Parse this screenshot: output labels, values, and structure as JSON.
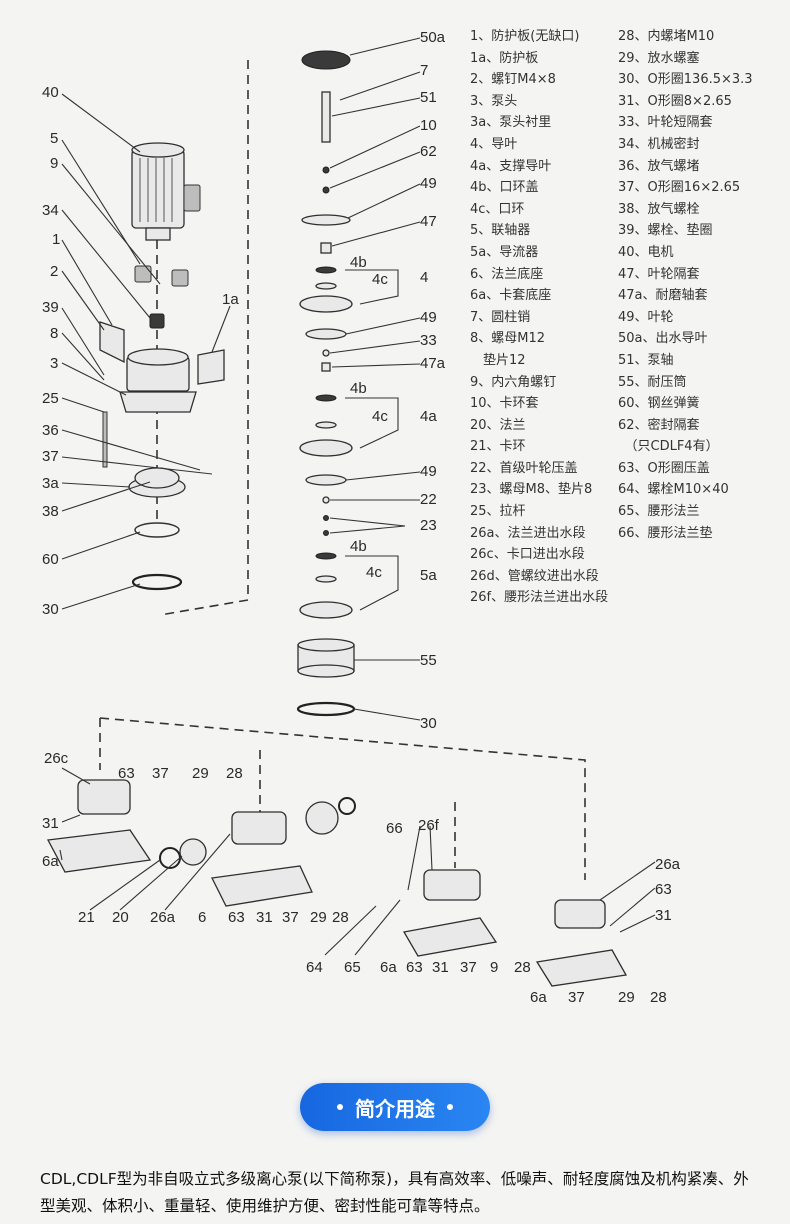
{
  "legend_left": [
    "1、防护板(无缺口)",
    "1a、防护板",
    "2、螺钉M4×8",
    "3、泵头",
    "3a、泵头衬里",
    "4、导叶",
    "4a、支撑导叶",
    "4b、口环盖",
    "4c、口环",
    "5、联轴器",
    "5a、导流器",
    "6、法兰底座",
    "6a、卡套底座",
    "7、圆柱销",
    "8、螺母M12",
    "　垫片12",
    "9、内六角螺钉",
    "10、卡环套",
    "20、法兰",
    "21、卡环",
    "22、首级叶轮压盖",
    "23、螺母M8、垫片8",
    "25、拉杆",
    "26a、法兰进出水段",
    "26c、卡口进出水段",
    "26d、管螺纹进出水段",
    "26f、腰形法兰进出水段"
  ],
  "legend_right": [
    "28、内螺堵M10",
    "29、放水螺塞",
    "30、O形圈136.5×3.3",
    "31、O形圈8×2.65",
    "33、叶轮短隔套",
    "34、机械密封",
    "36、放气螺堵",
    "37、O形圈16×2.65",
    "38、放气螺栓",
    "39、螺栓、垫圈",
    "40、电机",
    "47、叶轮隔套",
    "47a、耐磨轴套",
    "49、叶轮",
    "50a、出水导叶",
    "51、泵轴",
    "55、耐压筒",
    "60、钢丝弹簧",
    "62、密封隔套",
    "　（只CDLF4有）",
    "63、O形圈压盖",
    "64、螺栓M10×40",
    "65、腰形法兰",
    "66、腰形法兰垫"
  ],
  "callouts": {
    "c40": "40",
    "c5": "5",
    "c9": "9",
    "c34": "34",
    "c1": "1",
    "c2": "2",
    "c39": "39",
    "c8": "8",
    "c3": "3",
    "c1a": "1a",
    "c25": "25",
    "c36": "36",
    "c37": "37",
    "c3a": "3a",
    "c38": "38",
    "c60": "60",
    "c30a": "30",
    "c50a": "50a",
    "c7": "7",
    "c51": "51",
    "c10": "10",
    "c62": "62",
    "c49a": "49",
    "c47": "47",
    "c4b1": "4b",
    "c4c1": "4c",
    "c4": "4",
    "c49b": "49",
    "c33": "33",
    "c47a": "47a",
    "c4b2": "4b",
    "c4c2": "4c",
    "c4a": "4a",
    "c49c": "49",
    "c22": "22",
    "c23": "23",
    "c4b3": "4b",
    "c4c3": "4c",
    "c5a": "5a",
    "c55": "55",
    "c30b": "30",
    "c26c": "26c",
    "c63a": "63",
    "c37a": "37",
    "c29a": "29",
    "c28a": "28",
    "c31a": "31",
    "c6a1": "6a",
    "c21": "21",
    "c20": "20",
    "c26a1": "26a",
    "c6": "6",
    "c63b": "63",
    "c31b": "31",
    "c37b": "37",
    "c29b": "29",
    "c28b": "28",
    "c66": "66",
    "c26f": "26f",
    "c64": "64",
    "c65": "65",
    "c6a2": "6a",
    "c63c": "63",
    "c31c": "31",
    "c37c": "37",
    "c9b": "9",
    "c28c": "28",
    "c26a2": "26a",
    "c63d": "63",
    "c31d": "31",
    "c6a3": "6a",
    "c37d": "37",
    "c29d": "29",
    "c28d": "28"
  },
  "section": {
    "title": "简介用途"
  },
  "intro": "CDL,CDLF型为非自吸立式多级离心泵(以下简称泵)，具有高效率、低噪声、耐轻度腐蚀及机构紧凑、外型美观、体积小、重量轻、使用维护方便、密封性能可靠等特点。"
}
